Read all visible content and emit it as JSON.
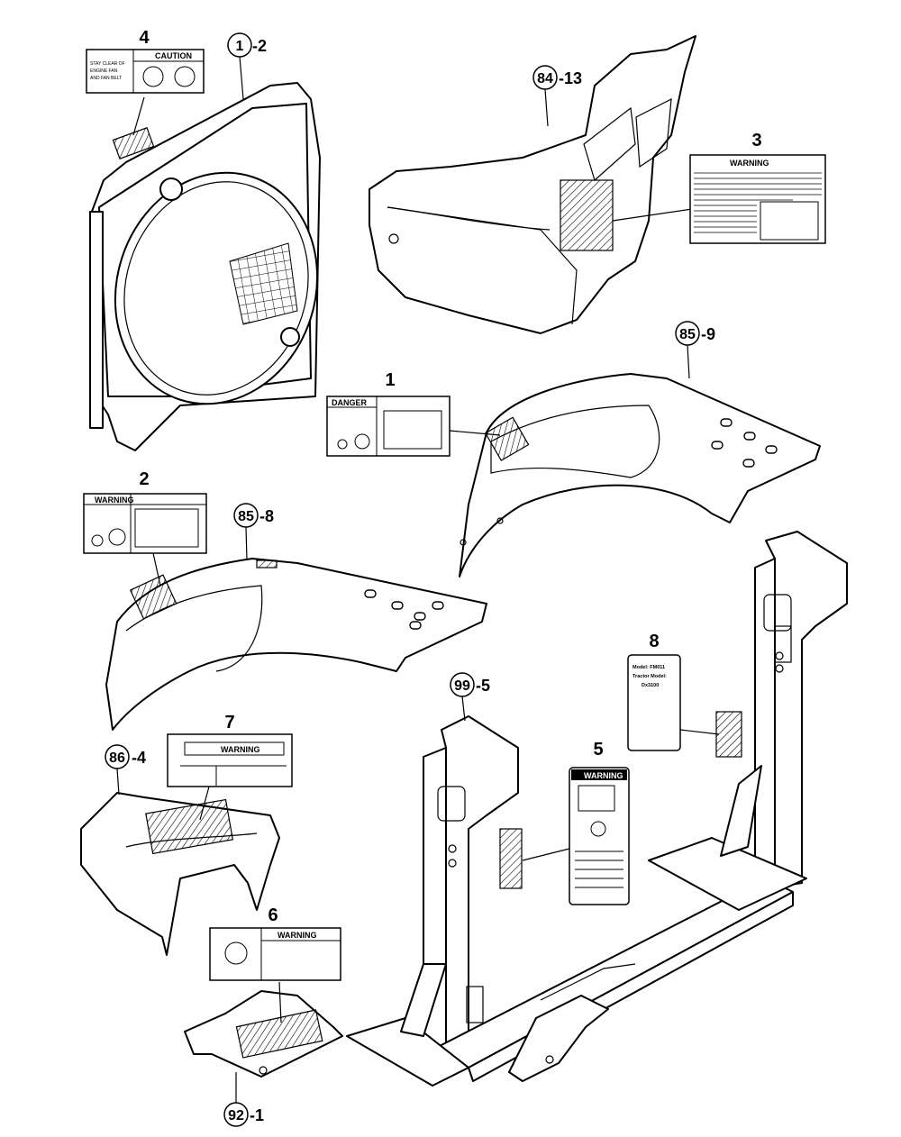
{
  "callouts": {
    "c1": {
      "num": "1",
      "suffix": "-2"
    },
    "c84": {
      "num": "84",
      "suffix": "-13"
    },
    "c85a": {
      "num": "85",
      "suffix": "-9"
    },
    "c85b": {
      "num": "85",
      "suffix": "-8"
    },
    "c99": {
      "num": "99",
      "suffix": "-5"
    },
    "c86": {
      "num": "86",
      "suffix": "-4"
    },
    "c92": {
      "num": "92",
      "suffix": "-1"
    }
  },
  "decal_numbers": {
    "d1": "1",
    "d2": "2",
    "d3": "3",
    "d4": "4",
    "d5": "5",
    "d6": "6",
    "d7": "7",
    "d8": "8"
  },
  "decals": {
    "d1_title": "DANGER",
    "d2_title": "WARNING",
    "d3_title": "WARNING",
    "d4_title": "CAUTION",
    "d4_text": [
      "STAY CLEAR OF",
      "ENGINE FAN",
      "AND FAN BELT"
    ],
    "d5_title": "WARNING",
    "d6_title": "WARNING",
    "d7_title": "WARNING",
    "d8_lines": [
      "Model:   FM011",
      "Tractor Model:",
      "Dx3100"
    ]
  }
}
